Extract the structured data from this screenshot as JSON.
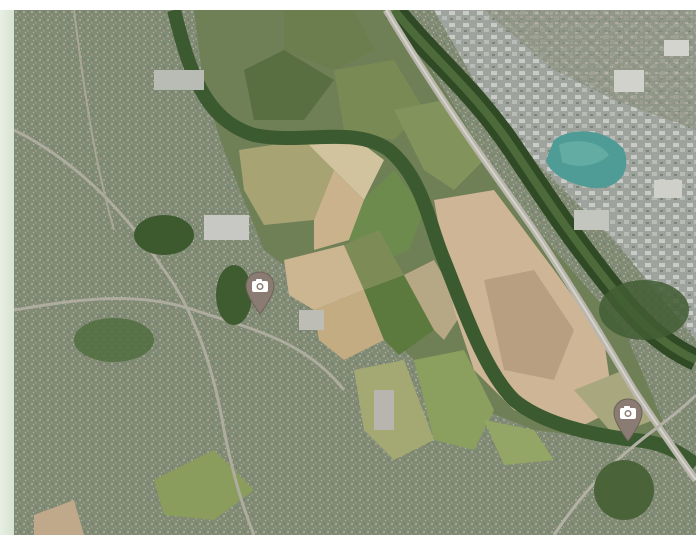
{
  "map": {
    "view": "satellite",
    "markers": [
      {
        "id": "photo-1",
        "icon": "camera-icon",
        "color": "#8a7c72"
      },
      {
        "id": "photo-2",
        "icon": "camera-icon",
        "color": "#8a7c72"
      }
    ],
    "colors": {
      "urban": "#7e8a73",
      "forest": "#3f5a33",
      "field_light": "#cdb89a",
      "field_green": "#6f8d4e",
      "road": "#b9b6ae",
      "water": "#4f9b95"
    }
  }
}
